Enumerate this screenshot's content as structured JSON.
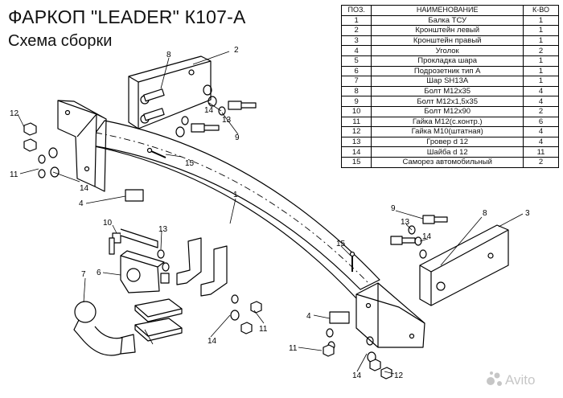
{
  "header": {
    "title": "ФАРКОП \"LEADER\" К107-А",
    "subtitle": "Схема сборки"
  },
  "parts_table": {
    "columns": [
      "ПОЗ.",
      "НАИМЕНОВАНИЕ",
      "К-ВО"
    ],
    "rows": [
      {
        "pos": "1",
        "name": "Балка ТСУ",
        "qty": "1"
      },
      {
        "pos": "2",
        "name": "Кронштейн левый",
        "qty": "1"
      },
      {
        "pos": "3",
        "name": "Кронштейн правый",
        "qty": "1"
      },
      {
        "pos": "4",
        "name": "Уголок",
        "qty": "2"
      },
      {
        "pos": "5",
        "name": "Прокладка шара",
        "qty": "1"
      },
      {
        "pos": "6",
        "name": "Подрозетник тип А",
        "qty": "1"
      },
      {
        "pos": "7",
        "name": "Шар SH13A",
        "qty": "1"
      },
      {
        "pos": "8",
        "name": "Болт М12х35",
        "qty": "4"
      },
      {
        "pos": "9",
        "name": "Болт М12х1,5х35",
        "qty": "4"
      },
      {
        "pos": "10",
        "name": "Болт М12х90",
        "qty": "2"
      },
      {
        "pos": "11",
        "name": "Гайка М12(с.контр.)",
        "qty": "6"
      },
      {
        "pos": "12",
        "name": "Гайка М10(штатная)",
        "qty": "4"
      },
      {
        "pos": "13",
        "name": "Гровер d 12",
        "qty": "4"
      },
      {
        "pos": "14",
        "name": "Шайба d 12",
        "qty": "11"
      },
      {
        "pos": "15",
        "name": "Саморез автомобильный",
        "qty": "2"
      }
    ]
  },
  "callouts": {
    "c1": "1",
    "c2": "2",
    "c3": "3",
    "c4a": "4",
    "c4b": "4",
    "c6": "6",
    "c7": "7",
    "c8a": "8",
    "c8b": "8",
    "c9a": "9",
    "c9b": "9",
    "c10": "10",
    "c11a": "11",
    "c11b": "11",
    "c11c": "11",
    "c12a": "12",
    "c12b": "12",
    "c13a": "13",
    "c13b": "13",
    "c13c": "13",
    "c14a": "14",
    "c14b": "14",
    "c14c": "14",
    "c14d": "14",
    "c14e": "14",
    "c15a": "15",
    "c15b": "15"
  },
  "watermark": {
    "text": "Avito"
  },
  "icons": [
    "avito-logo-icon"
  ]
}
